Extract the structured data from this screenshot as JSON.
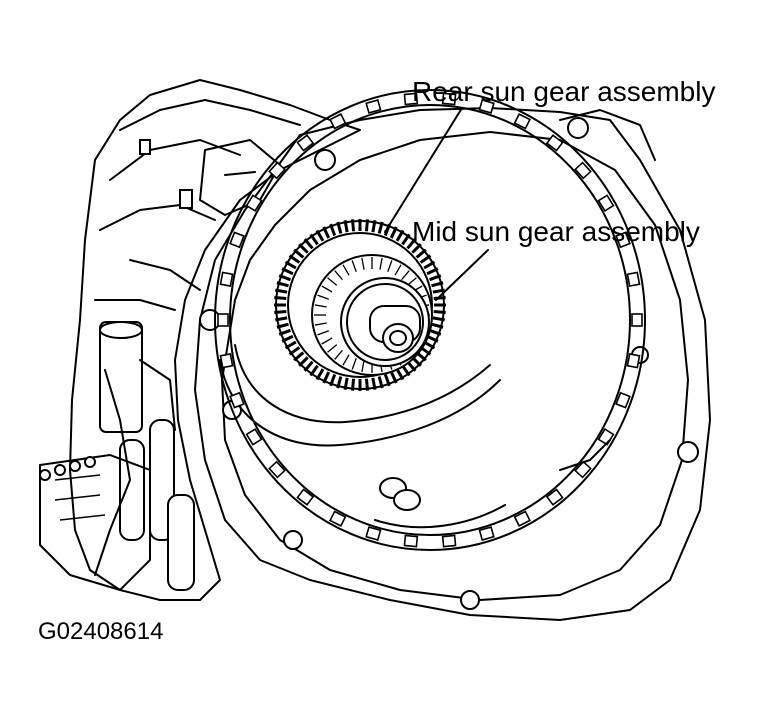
{
  "labels": {
    "rear_sun_gear": "Rear sun gear assembly",
    "mid_sun_gear": "Mid sun gear assembly"
  },
  "figure_code": "G02408614",
  "colors": {
    "line": "#000000",
    "background": "#ffffff"
  }
}
